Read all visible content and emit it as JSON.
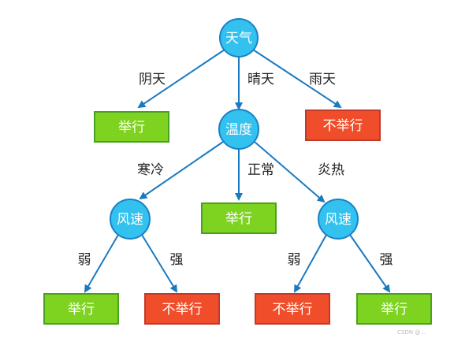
{
  "colors": {
    "decision_fill": "#33c1ef",
    "decision_stroke": "#1a82c4",
    "yes_fill": "#7ed321",
    "yes_stroke": "#4aa11f",
    "no_fill": "#f04e2a",
    "no_stroke": "#c0392b",
    "edge": "#1a7ac0"
  },
  "nodes": {
    "weather": "天气",
    "temperature": "温度",
    "wind_left": "风速",
    "wind_right": "风速",
    "leaf_overcast": "举行",
    "leaf_rainy": "不举行",
    "leaf_normal": "举行",
    "leaf_cold_weak": "举行",
    "leaf_cold_strong": "不举行",
    "leaf_hot_weak": "不举行",
    "leaf_hot_strong": "举行"
  },
  "edges": {
    "overcast": "阴天",
    "sunny": "晴天",
    "rainy": "雨天",
    "cold": "寒冷",
    "normal": "正常",
    "hot": "炎热",
    "cold_weak": "弱",
    "cold_strong": "强",
    "hot_weak": "弱",
    "hot_strong": "强"
  },
  "watermark": "CSDN @..."
}
